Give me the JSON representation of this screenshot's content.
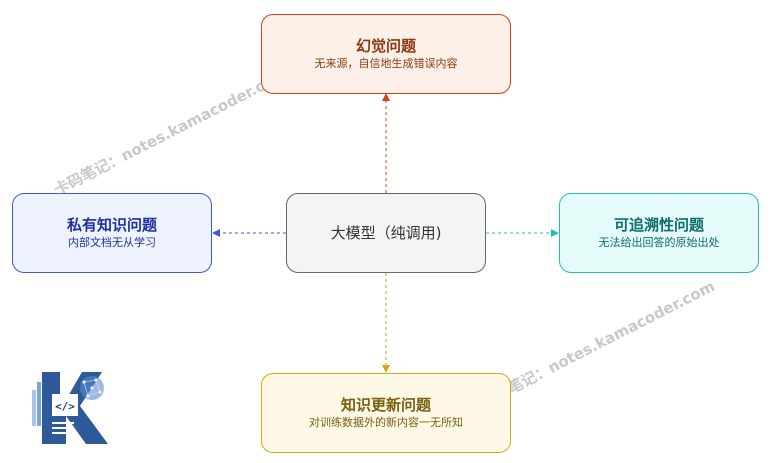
{
  "center": {
    "title": "大模型（纯调用)"
  },
  "top": {
    "title": "幻觉问题",
    "subtitle": "无来源，自信地生成错误内容",
    "color": "#d4421c"
  },
  "left": {
    "title": "私有知识问题",
    "subtitle": "内部文档无从学习",
    "color": "#3a5bd9"
  },
  "right": {
    "title": "可追溯性问题",
    "subtitle": "无法给出回答的原始出处",
    "color": "#22bcbc"
  },
  "bottom": {
    "title": "知识更新问题",
    "subtitle": "对训练数据外的新内容一无所知",
    "color": "#d4a917"
  },
  "watermark": "卡码笔记：notes.kamacoder.com",
  "logo": {
    "icon": "kamacoder-logo"
  }
}
